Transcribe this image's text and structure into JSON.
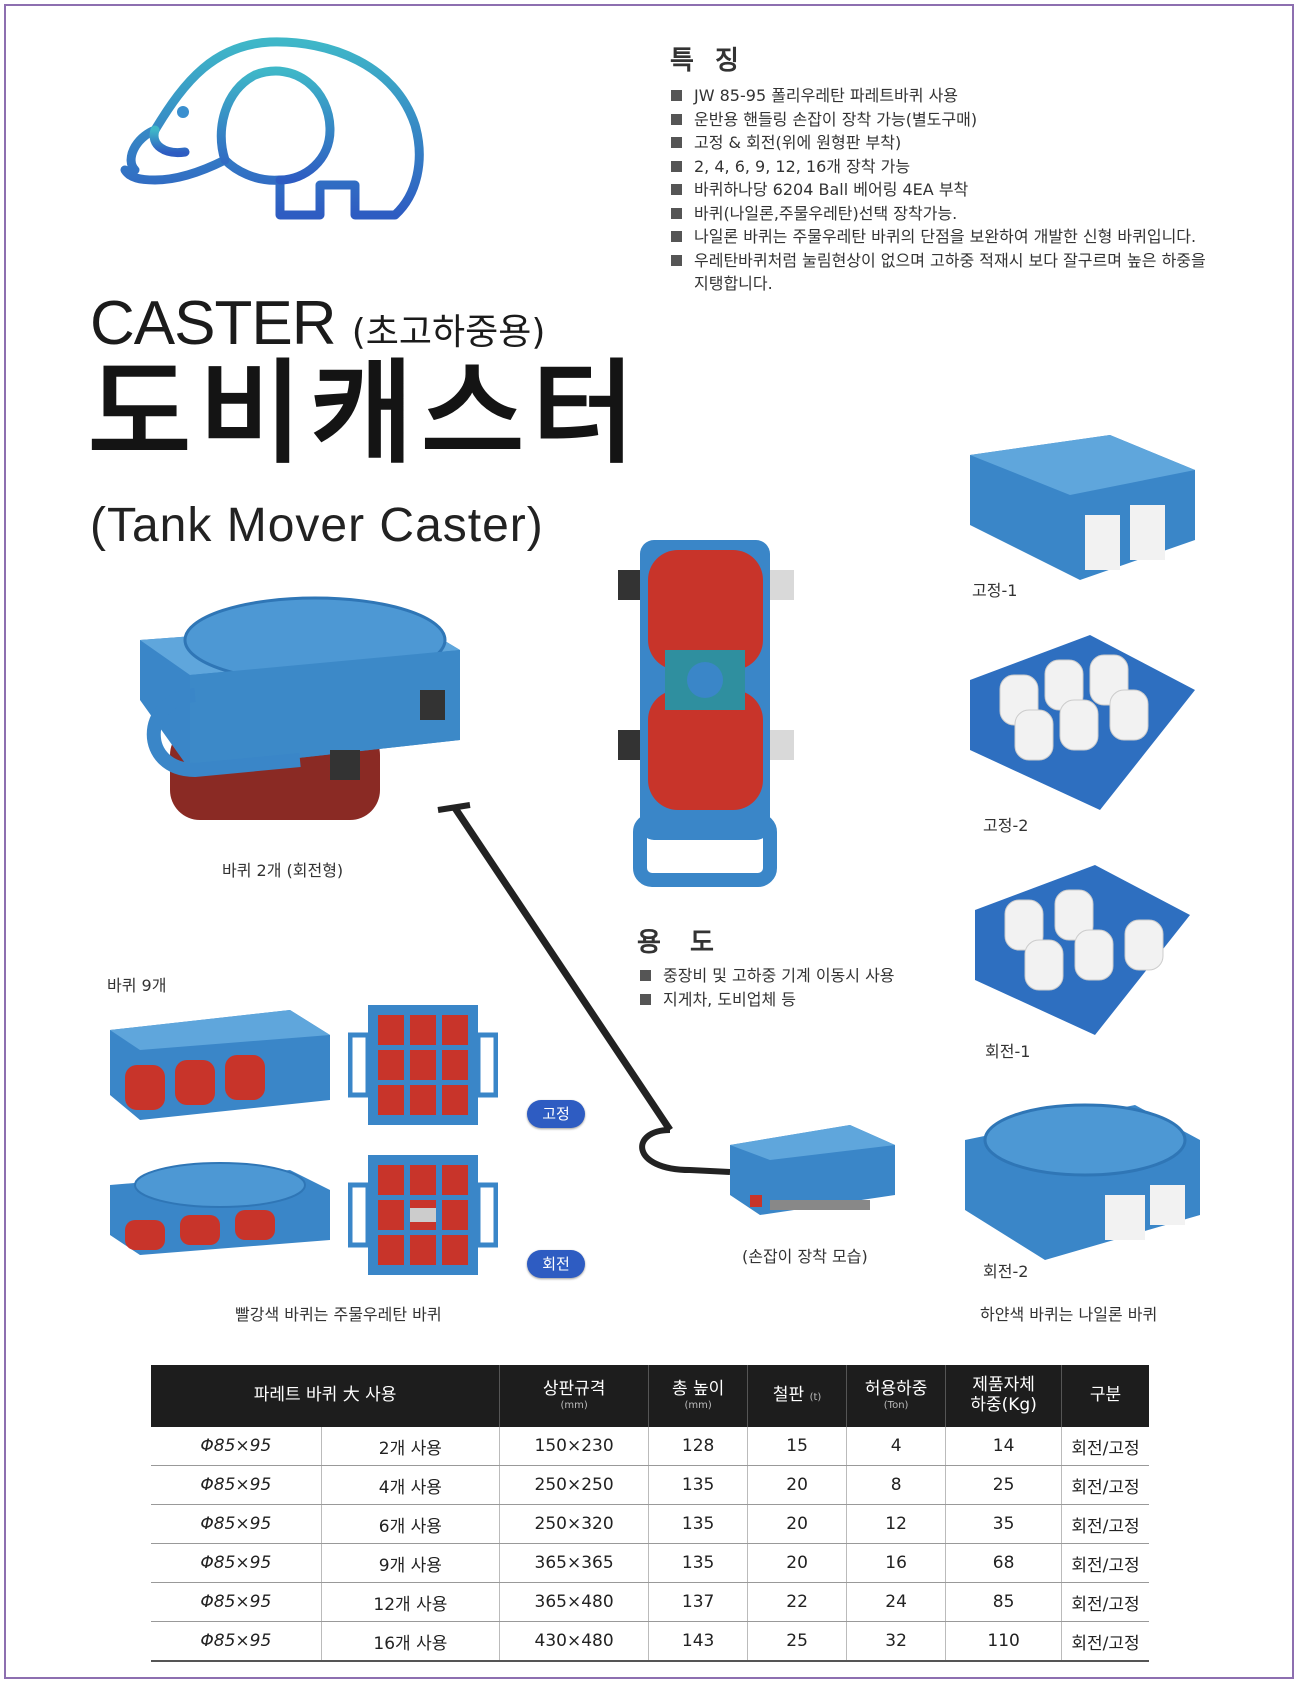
{
  "colors": {
    "logo_gradient_start": "#3fb7c8",
    "logo_gradient_end": "#2e5cc2",
    "caster_blue": "#3a86c8",
    "wheel_red": "#c8342a",
    "wheel_white": "#f2f2f2",
    "badge_blue": "#2e5cc2",
    "table_header": "#1d1d1d"
  },
  "features": {
    "title": "특 징",
    "items": [
      "JW 85-95 폴리우레탄 파레트바퀴 사용",
      "운반용 핸들링 손잡이 장착 가능(별도구매)",
      "고정 & 회전(위에 원형판 부착)",
      "2, 4, 6, 9, 12, 16개 장착 가능",
      "바퀴하나당 6204 Ball 베어링 4EA 부착",
      "바퀴(나일론,주물우레탄)선택 장착가능.",
      "나일론 바퀴는 주물우레탄 바퀴의 단점을 보완하여 개발한 신형 바퀴입니다.",
      "우레탄바퀴처럼 눌림현상이 없으며 고하중 적재시 보다 잘구르며 높은 하중을 지탱합니다."
    ]
  },
  "heading": {
    "caster": "CASTER",
    "caster_sub": "(초고하중용)",
    "main": "도비캐스터",
    "english": "(Tank Mover Caster)"
  },
  "captions": {
    "swivel_2": "바퀴 2개 (회전형)",
    "wheels_9": "바퀴 9개",
    "badge_fixed": "고정",
    "badge_swivel": "회전",
    "red_wheel_note": "빨강색 바퀴는 주물우레탄 바퀴",
    "handle_attached": "(손잡이 장착 모습)",
    "fixed_1": "고정-1",
    "fixed_2": "고정-2",
    "swivel_1": "회전-1",
    "swivel_2_right": "회전-2",
    "white_wheel_note": "하얀색 바퀴는 나일론 바퀴"
  },
  "usage": {
    "title": "용 도",
    "items": [
      "중장비 및 고하중 기계 이동시 사용",
      "지게차, 도비업체 등"
    ]
  },
  "table": {
    "headers": {
      "pallet": "파레트 바퀴 大 사용",
      "top_size": "상판규격",
      "top_size_unit": "(mm)",
      "height": "총 높이",
      "height_unit": "(mm)",
      "plate": "철판",
      "plate_unit": "(t)",
      "load": "허용하중",
      "load_unit": "(Ton)",
      "weight_1": "제품자체",
      "weight_2": "하중(Kg)",
      "type": "구분"
    },
    "rows": [
      [
        "Φ85×95",
        "2개 사용",
        "150×230",
        "128",
        "15",
        "4",
        "14",
        "회전/고정"
      ],
      [
        "Φ85×95",
        "4개 사용",
        "250×250",
        "135",
        "20",
        "8",
        "25",
        "회전/고정"
      ],
      [
        "Φ85×95",
        "6개 사용",
        "250×320",
        "135",
        "20",
        "12",
        "35",
        "회전/고정"
      ],
      [
        "Φ85×95",
        "9개 사용",
        "365×365",
        "135",
        "20",
        "16",
        "68",
        "회전/고정"
      ],
      [
        "Φ85×95",
        "12개 사용",
        "365×480",
        "137",
        "22",
        "24",
        "85",
        "회전/고정"
      ],
      [
        "Φ85×95",
        "16개 사용",
        "430×480",
        "143",
        "25",
        "32",
        "110",
        "회전/고정"
      ]
    ]
  }
}
